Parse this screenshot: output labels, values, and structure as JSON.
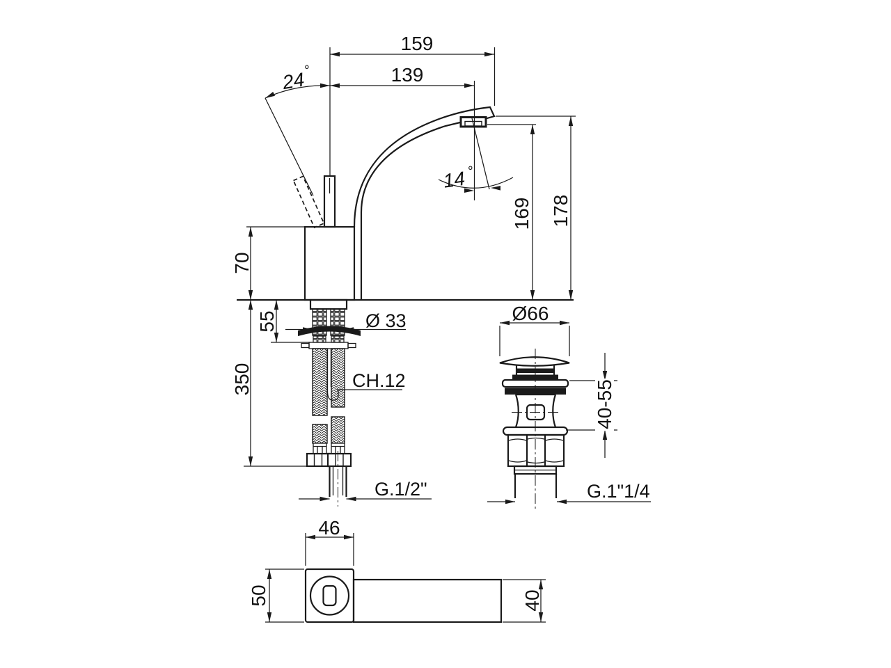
{
  "drawing": {
    "background": "#ffffff",
    "line_color": "#1a1a1a",
    "degree_symbol": "°",
    "dimensions": {
      "spout_reach_overall": "159",
      "spout_reach_aerator": "139",
      "handle_swing_angle": "24",
      "spout_tip_angle": "14",
      "aerator_height": "169",
      "overall_height": "178",
      "body_height_above_deck": "70",
      "max_deck_thickness": "55",
      "hose_length_below_deck": "350",
      "deck_hole_diameter": "Ø 33",
      "rod_wrench_size": "CH.12",
      "supply_hose_thread": "G.1/2\"",
      "waste_cap_diameter": "Ø66",
      "waste_clamp_range": "40-55",
      "waste_thread": "G.1\"1/4",
      "handle_body_width": "46",
      "handle_body_depth": "50",
      "spout_body_width": "40"
    }
  }
}
